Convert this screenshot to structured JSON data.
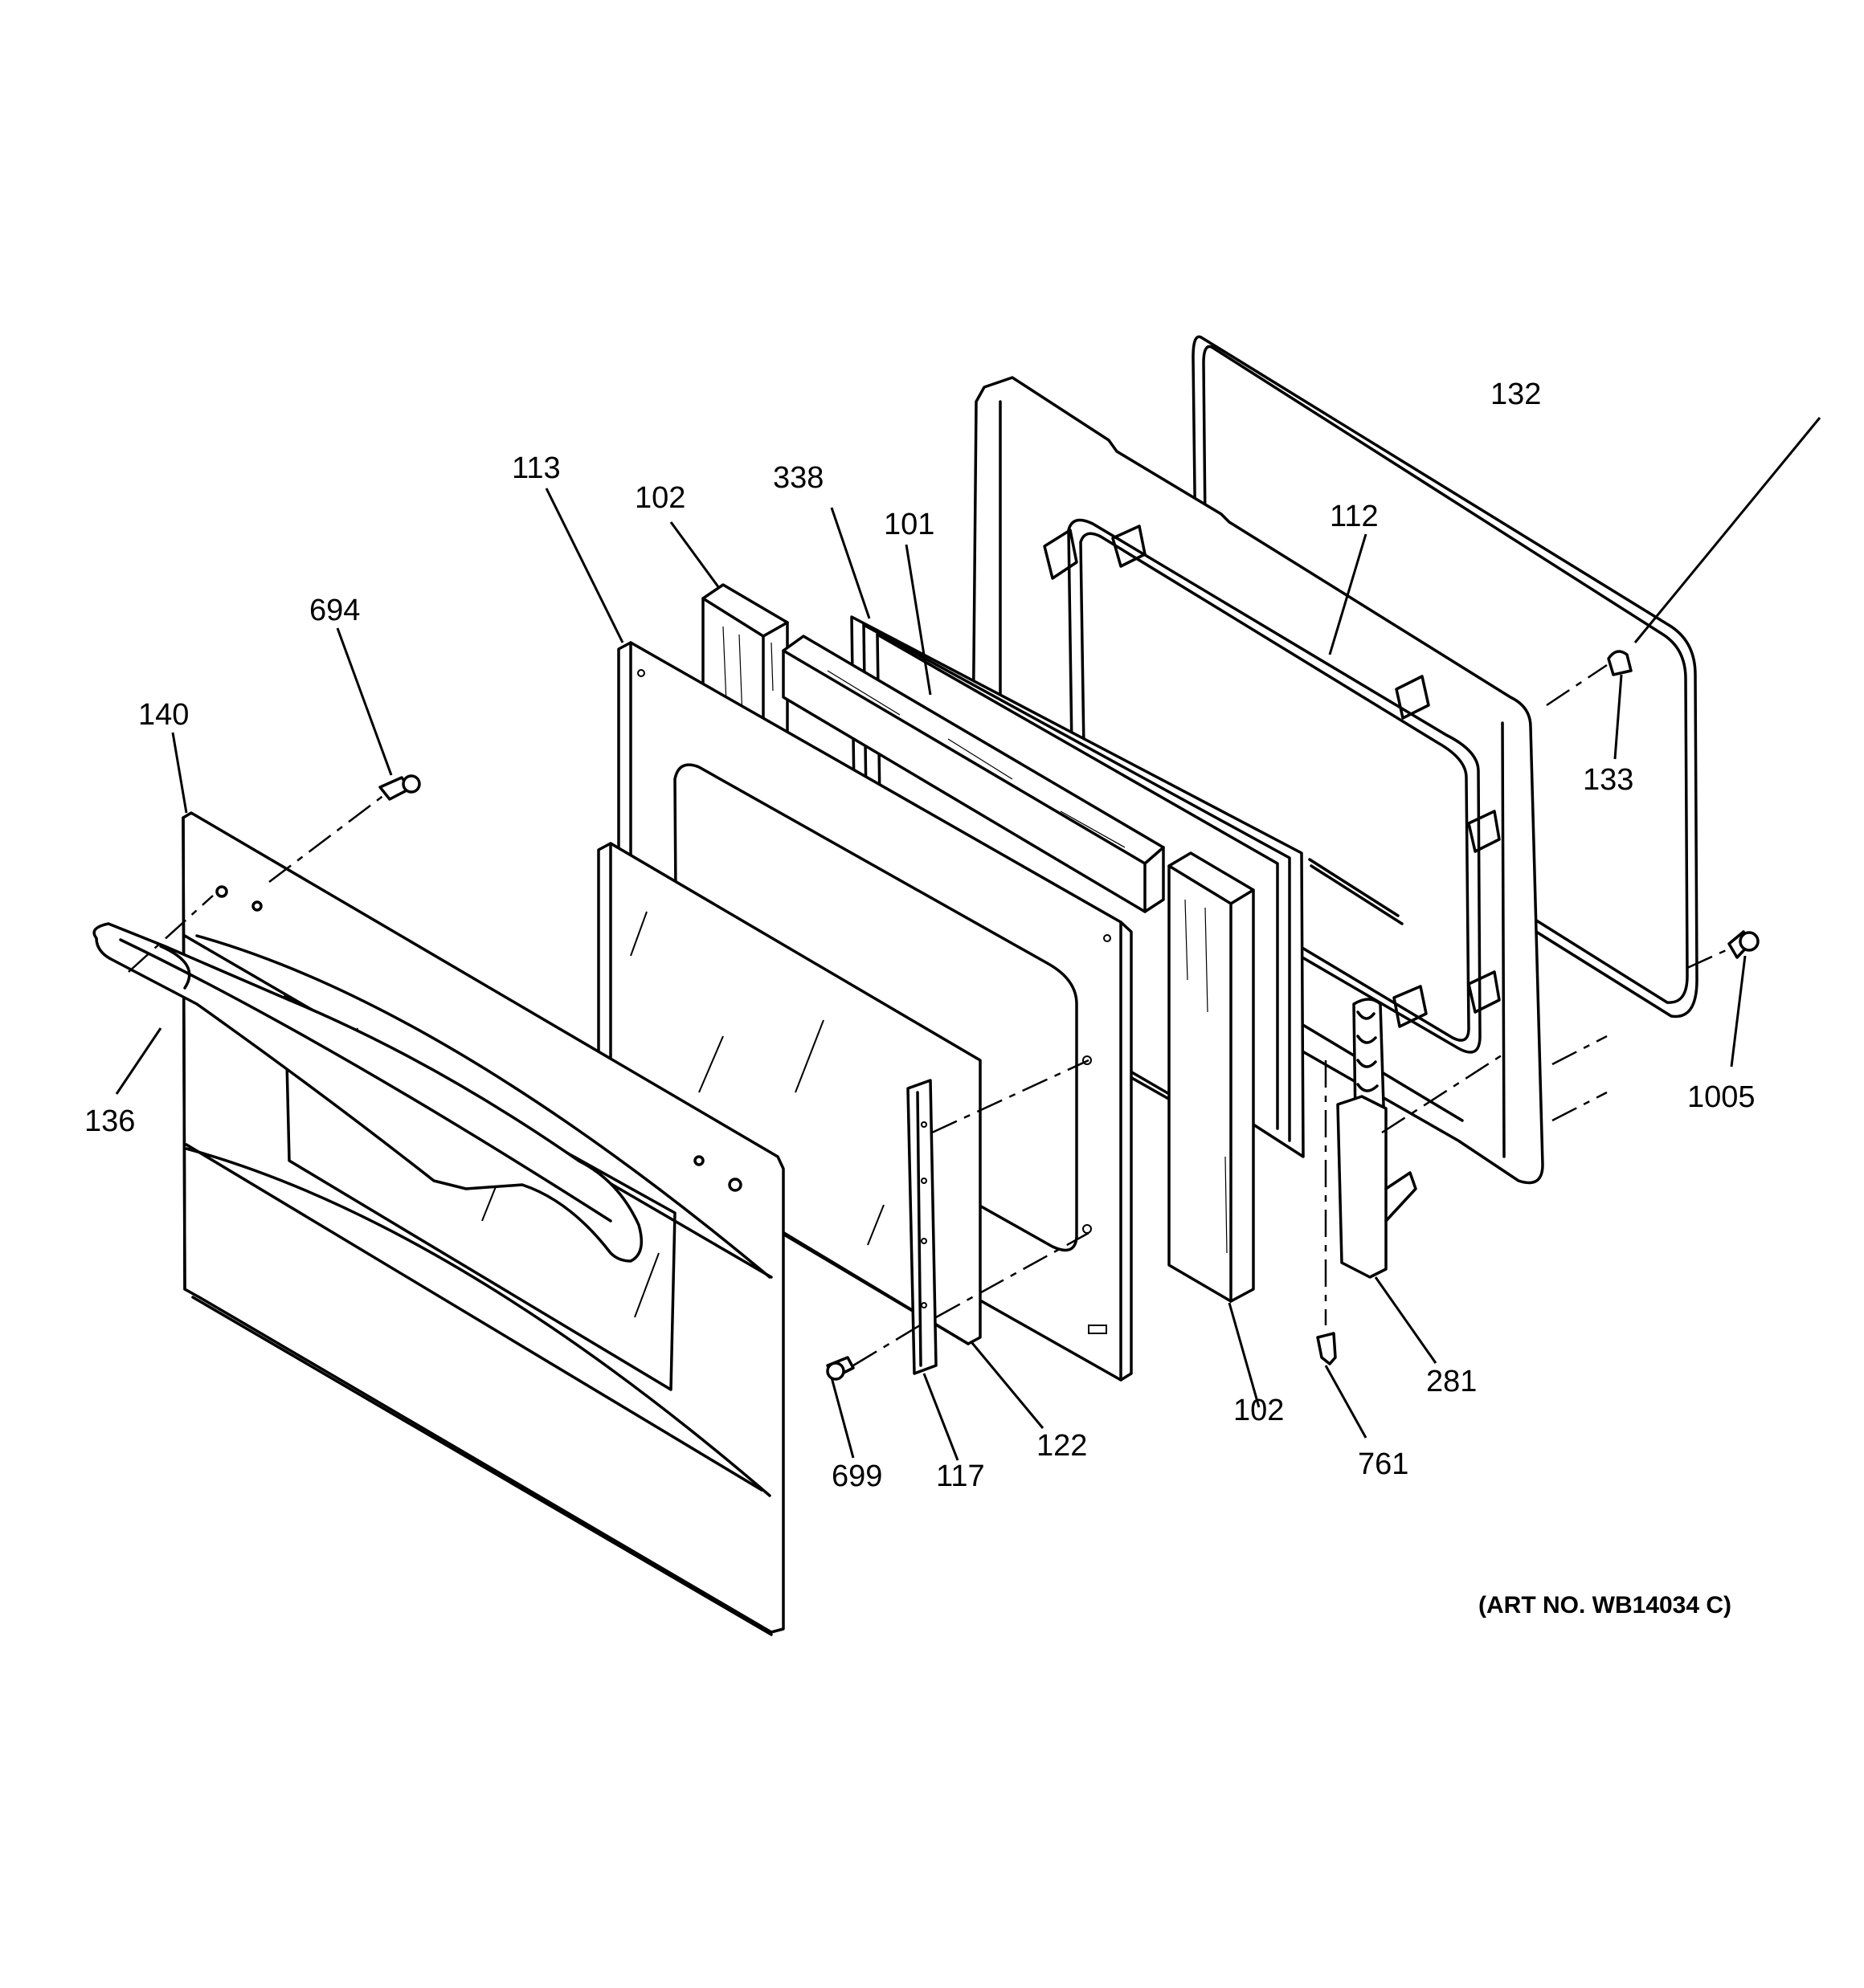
{
  "callouts": {
    "p132": "132",
    "p112": "112",
    "p113": "113",
    "p102_top": "102",
    "p338": "338",
    "p101": "101",
    "p694": "694",
    "p140": "140",
    "p133": "133",
    "p136": "136",
    "p1005": "1005",
    "p281": "281",
    "p102_bottom": "102",
    "p122": "122",
    "p699": "699",
    "p117": "117",
    "p761": "761"
  },
  "art_number": "(ART NO. WB14034 C)"
}
